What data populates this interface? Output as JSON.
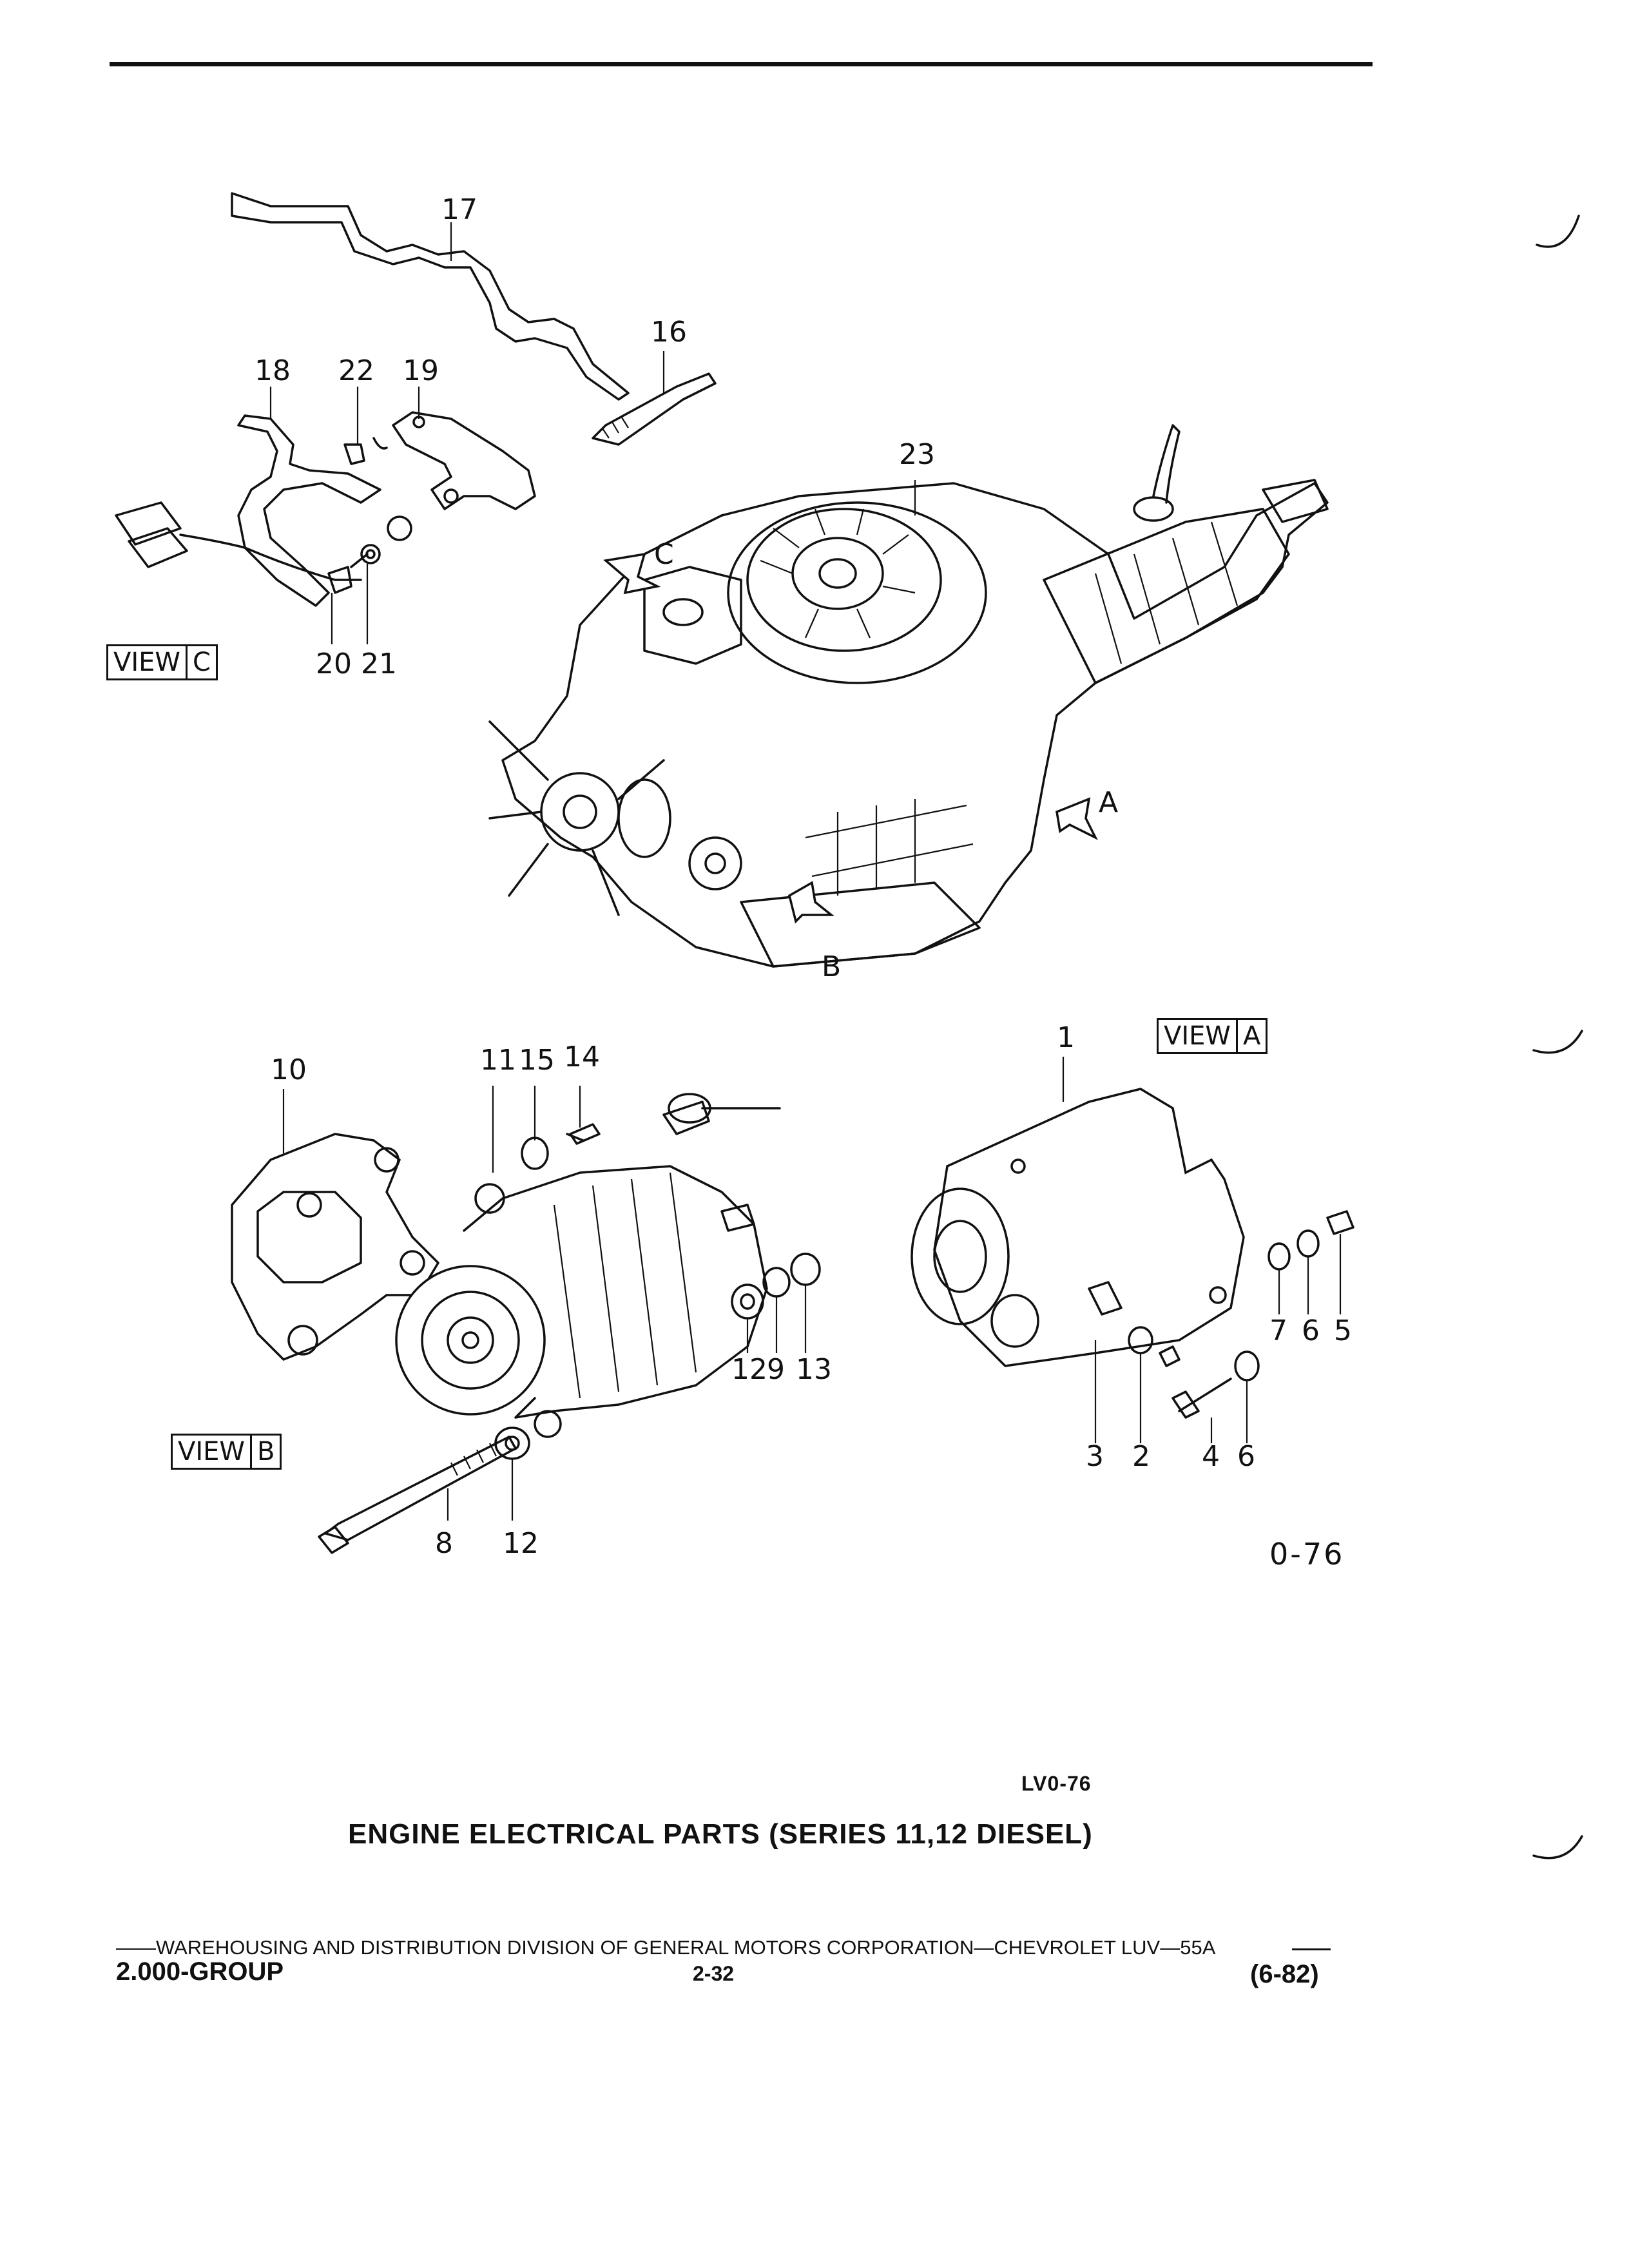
{
  "figure": {
    "callouts": [
      "1",
      "2",
      "3",
      "4",
      "5",
      "6",
      "6",
      "7",
      "8",
      "9",
      "10",
      "11",
      "12",
      "12",
      "13",
      "14",
      "15",
      "16",
      "17",
      "18",
      "19",
      "20 21",
      "22",
      "23",
      "A",
      "B",
      "C"
    ],
    "view_labels": {
      "view_c": {
        "word": "VIEW",
        "letter": "C"
      },
      "view_a": {
        "word": "VIEW",
        "letter": "A"
      },
      "view_b": {
        "word": "VIEW",
        "letter": "B"
      }
    },
    "figure_code": "0-76",
    "illustration_code": "LV0-76"
  },
  "caption": "ENGINE ELECTRICAL PARTS (SERIES 11,12 DIESEL)",
  "footer": {
    "division_line": "——WAREHOUSING AND DISTRIBUTION  DIVISION OF GENERAL MOTORS CORPORATION—CHEVROLET LUV—55A",
    "group": "2.000-GROUP",
    "page": "2-32",
    "date": "(6-82)"
  },
  "colors": {
    "ink": "#111111",
    "paper": "#ffffff"
  }
}
